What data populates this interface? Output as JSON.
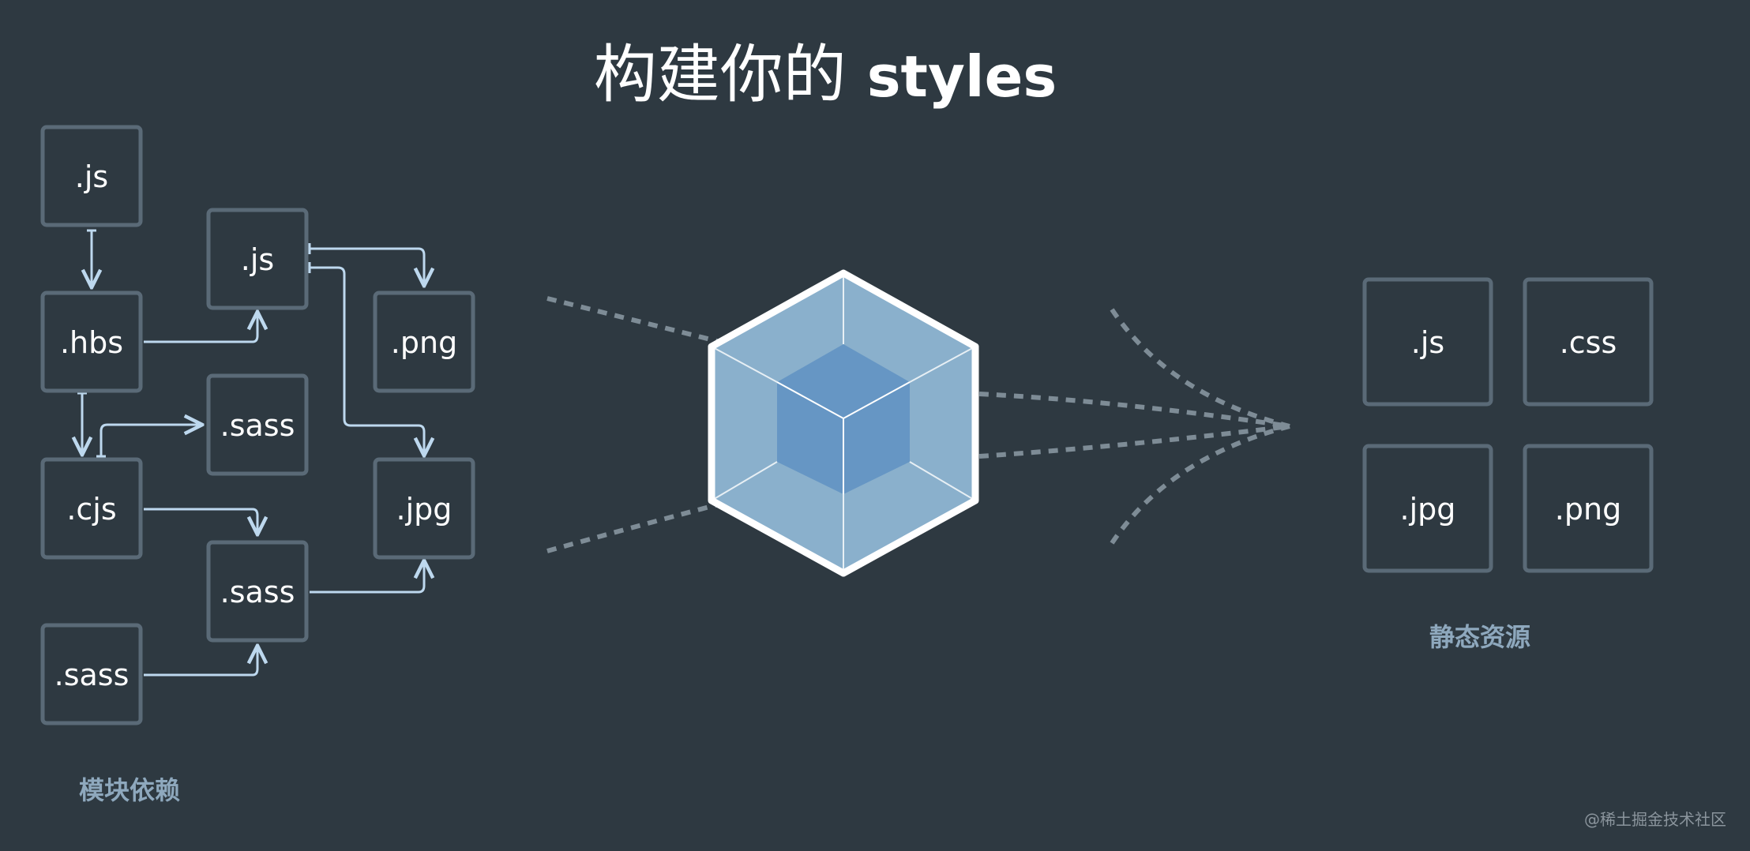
{
  "title": {
    "cn": "构建你的",
    "en": "styles"
  },
  "modules": {
    "section_label": "模块依赖",
    "boxes": [
      {
        "id": "js1",
        "label": ".js"
      },
      {
        "id": "js2",
        "label": ".js"
      },
      {
        "id": "hbs",
        "label": ".hbs"
      },
      {
        "id": "png",
        "label": ".png"
      },
      {
        "id": "sass1",
        "label": ".sass"
      },
      {
        "id": "cjs",
        "label": ".cjs"
      },
      {
        "id": "jpg",
        "label": ".jpg"
      },
      {
        "id": "sass2",
        "label": ".sass"
      },
      {
        "id": "sass3",
        "label": ".sass"
      }
    ]
  },
  "assets": {
    "section_label": "静态资源",
    "boxes": [
      {
        "id": "out-js",
        "label": ".js"
      },
      {
        "id": "out-css",
        "label": ".css"
      },
      {
        "id": "out-jpg",
        "label": ".jpg"
      },
      {
        "id": "out-png",
        "label": ".png"
      }
    ]
  },
  "logo": {
    "icon": "webpack-cube-icon",
    "outer_color": "#8ab0cc",
    "inner_color": "#6696c4",
    "border_color": "#ffffff"
  },
  "colors": {
    "background": "#2e3941",
    "box_border": "#5a6a77",
    "connector": "#bdd8ee",
    "dotted_flow": "#7e8c96",
    "section_label": "#8ea8bd"
  },
  "watermark": "@稀土掘金技术社区"
}
